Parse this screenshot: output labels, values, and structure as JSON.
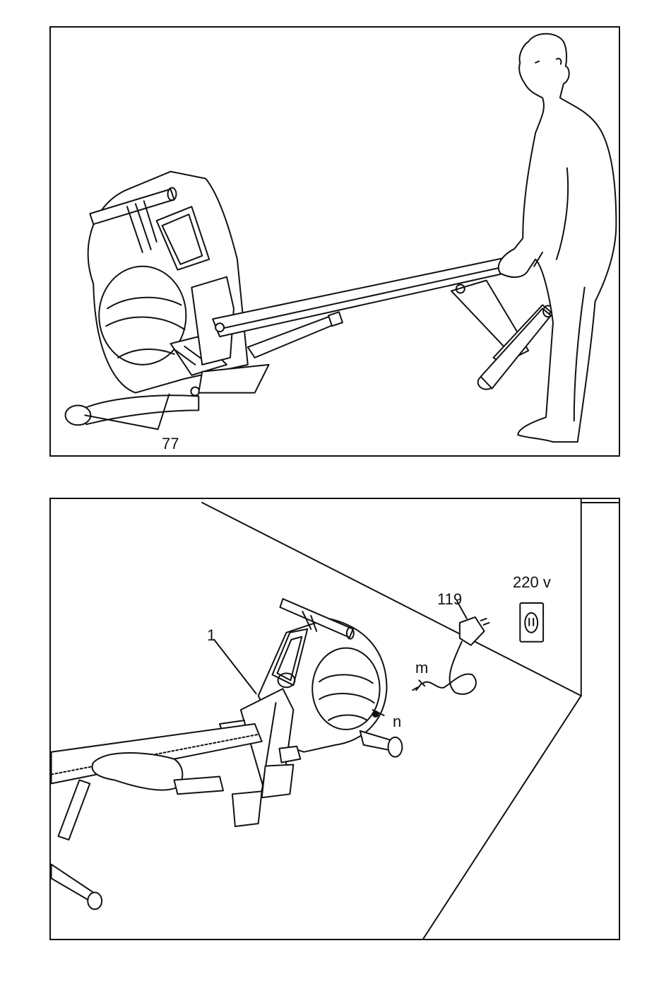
{
  "figure_top": {
    "callouts": {
      "part_77": "77"
    }
  },
  "figure_bottom": {
    "callouts": {
      "part_1": "1",
      "part_119": "119",
      "connector_m": "m",
      "connector_n": "n",
      "voltage": "220 v"
    }
  }
}
